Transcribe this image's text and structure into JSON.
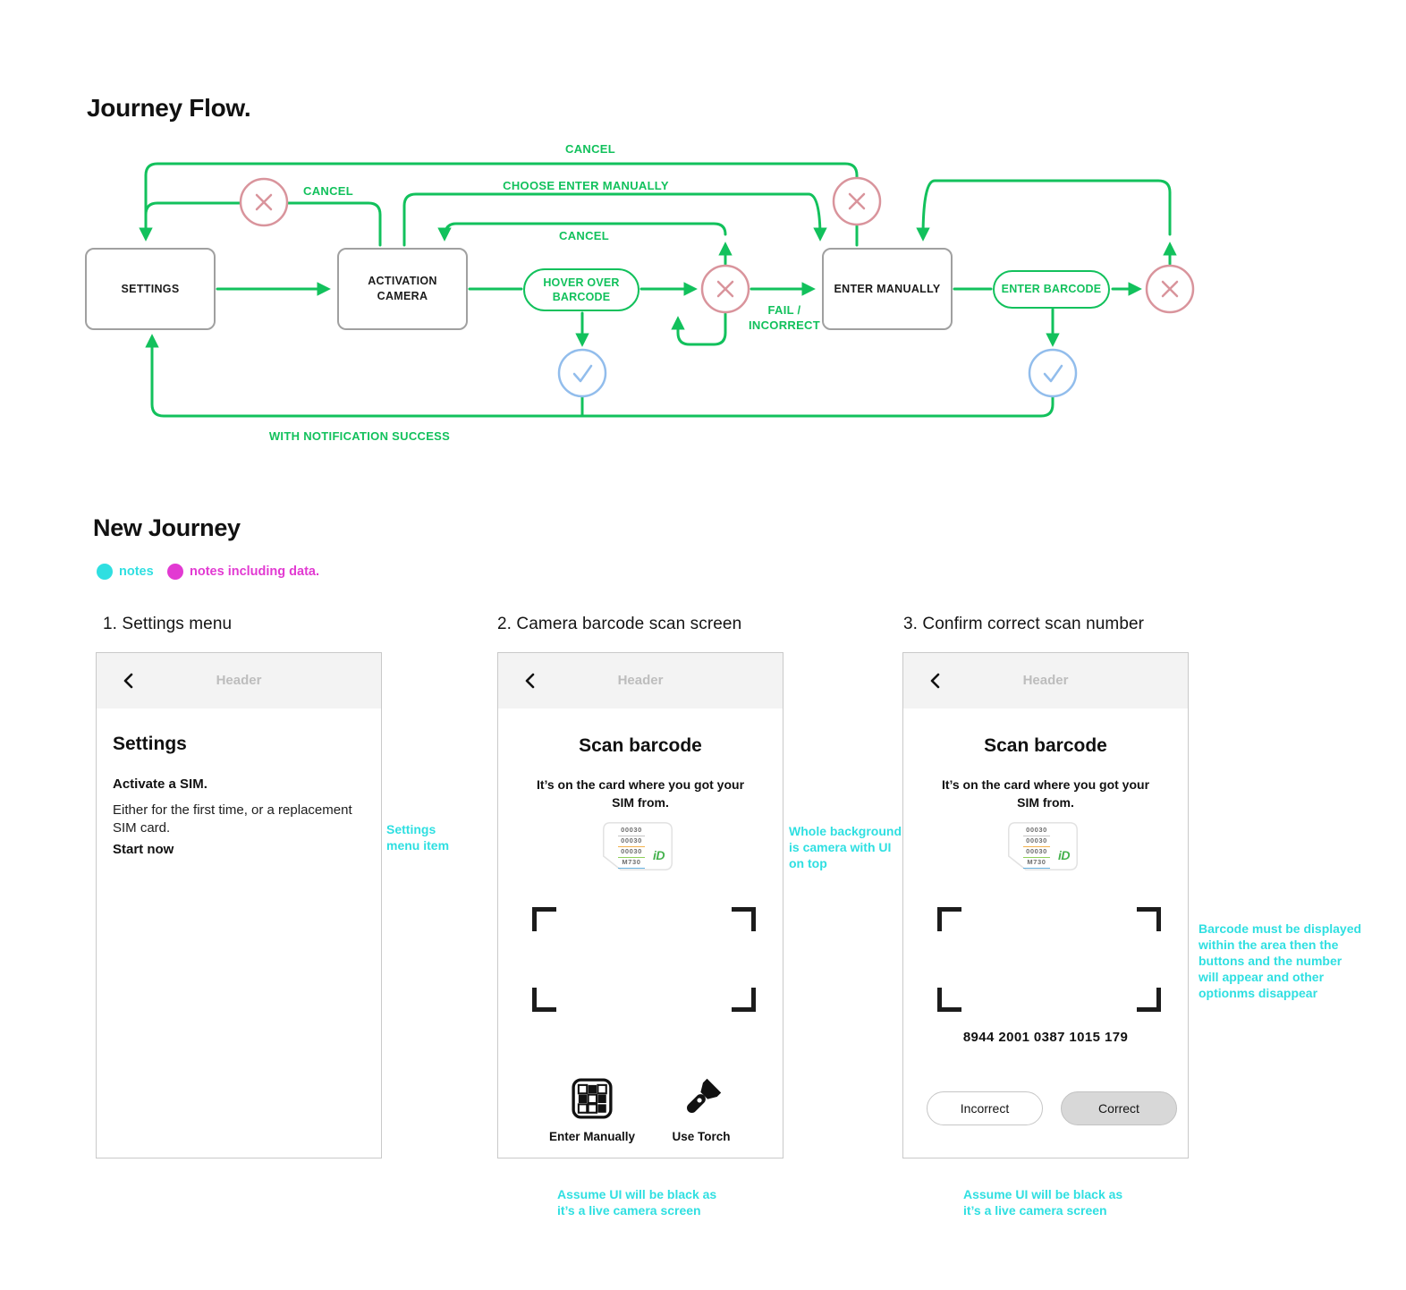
{
  "page": {
    "title_flow": "Journey Flow.",
    "title_journey": "New Journey"
  },
  "colors": {
    "flow_green": "#12c15c",
    "fail_pink": "#d9949c",
    "success_blue": "#92bdec",
    "note_cyan": "#2fdfe1",
    "note_magenta": "#e23ad2",
    "box_gray": "#a0a0a0",
    "correct_btn_gray": "#d8d8d8"
  },
  "flow": {
    "nodes": {
      "settings": "SETTINGS",
      "activation_camera": "ACTIVATION\nCAMERA",
      "hover_over_barcode": "HOVER OVER\nBARCODE",
      "enter_manually": "ENTER MANUALLY",
      "enter_barcode": "ENTER BARCODE"
    },
    "labels": {
      "top_cancel": "CANCEL",
      "choose_manual": "CHOOSE ENTER MANUALLY",
      "mid_cancel": "CANCEL",
      "inner_cancel": "CANCEL",
      "fail": "FAIL /\nINCORRECT",
      "success": "WITH NOTIFICATION SUCCESS"
    },
    "icons": {
      "fail": "x-circle",
      "success": "check-circle"
    }
  },
  "legend": {
    "notes": "notes",
    "notes_data": "notes including data."
  },
  "screens": [
    {
      "title": "1. Settings menu",
      "header": "Header",
      "heading": "Settings",
      "sub": "Activate a SIM.",
      "body": "Either for the first time, or a replacement SIM card.",
      "cta": "Start now"
    },
    {
      "title": "2. Camera barcode scan screen",
      "header": "Header",
      "heading": "Scan barcode",
      "sub": "It’s on the card where you got your\nSIM from.",
      "enter_manually": "Enter Manually",
      "use_torch": "Use Torch"
    },
    {
      "title": "3. Confirm correct scan number",
      "header": "Header",
      "heading": "Scan barcode",
      "sub": "It’s on the card where you got your\nSIM from.",
      "number": "8944 2001 0387 1015 179",
      "incorrect": "Incorrect",
      "correct": "Correct"
    }
  ],
  "sim_card": {
    "lines": [
      "00030",
      "00030",
      "00030",
      "M730"
    ],
    "logo": "iD"
  },
  "annotations": {
    "settings_item": "Settings\nmenu item",
    "camera_bg": "Whole background\nis camera with UI\non top",
    "barcode_area": "Barcode must be displayed\nwithin the area then the\nbuttons and the number\nwill appear and other\noptionms disappear",
    "assume_black_2": "Assume UI will be black as\nit’s a live camera screen",
    "assume_black_3": "Assume UI will be black as\nit’s a live camera screen"
  }
}
